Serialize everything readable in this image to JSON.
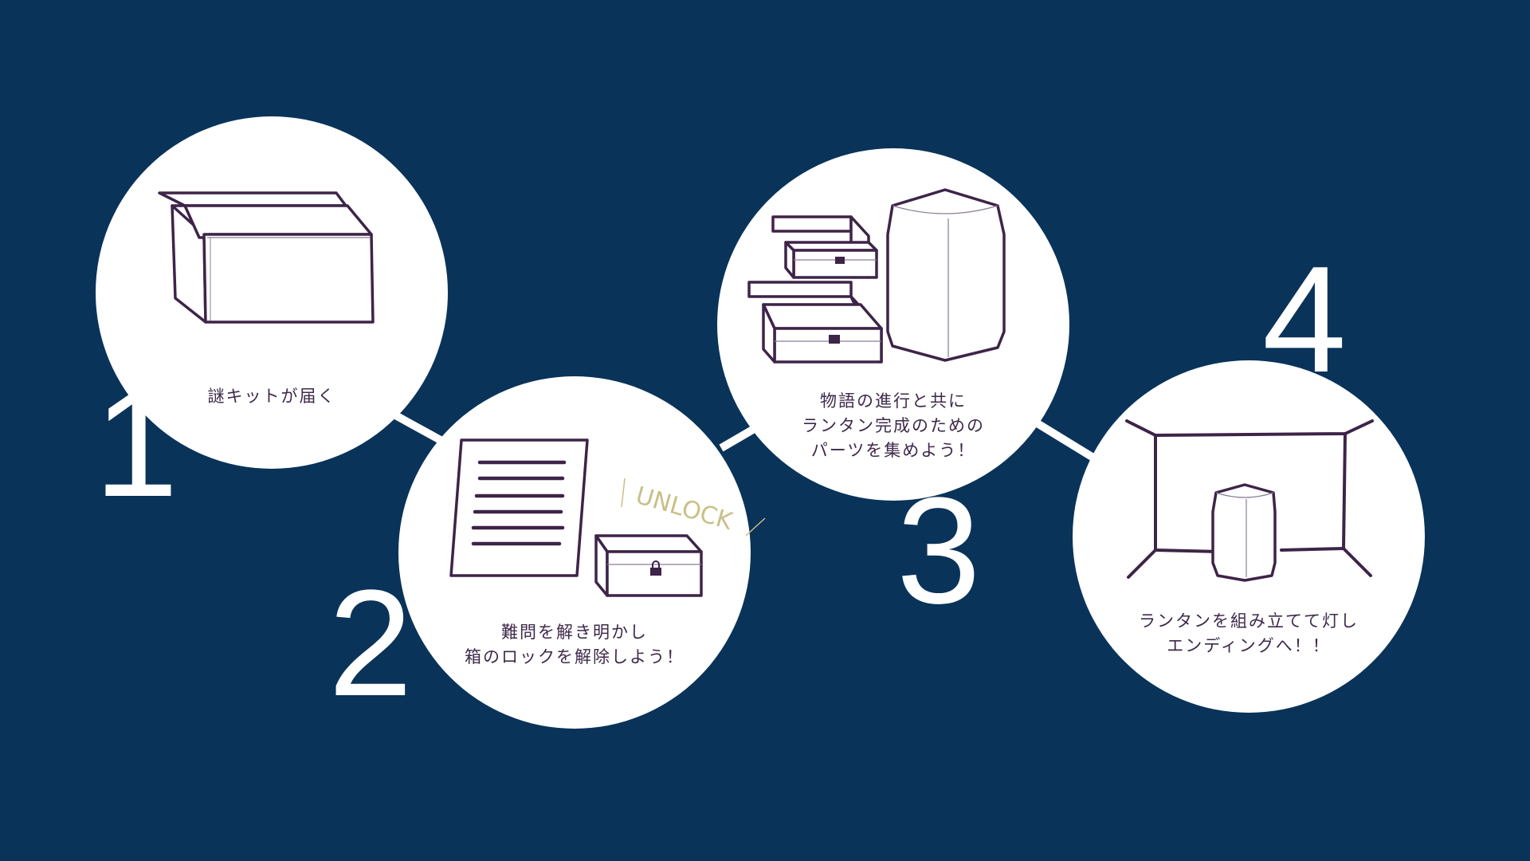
{
  "colors": {
    "background": "#0a3359",
    "circle": "#ffffff",
    "outline": "#3e2448",
    "caption_text": "#3e2a4a",
    "unlock_label": "#c9c088"
  },
  "steps": [
    {
      "number": "1",
      "caption_lines": [
        "謎キットが届く"
      ],
      "illustration": "open-cardboard-box"
    },
    {
      "number": "2",
      "caption_lines": [
        "難問を解き明かし",
        "箱のロックを解除しよう！"
      ],
      "illustration": "puzzle-sheet-and-locked-box",
      "unlock_label": "UNLOCK"
    },
    {
      "number": "3",
      "caption_lines": [
        "物語の進行と共に",
        "ランタン完成のための",
        "パーツを集めよう！"
      ],
      "illustration": "locked-boxes-and-lantern-shade"
    },
    {
      "number": "4",
      "caption_lines": [
        "ランタンを組み立てて灯し",
        "エンディングへ！！"
      ],
      "illustration": "lantern-in-room"
    }
  ]
}
